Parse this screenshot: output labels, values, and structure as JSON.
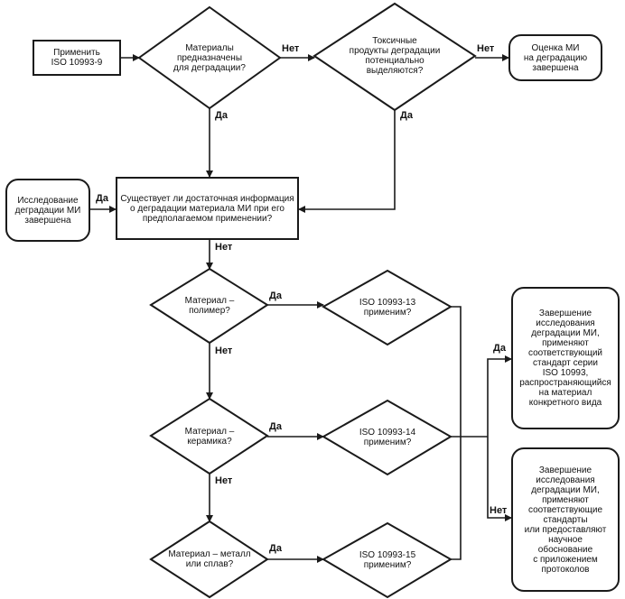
{
  "nodes": {
    "apply_10993_9": "Применить\nISO 10993-9",
    "q_materials_degradation": "Материалы\nпредназначены\nдля деградации?",
    "q_toxic_products": "Токсичные\nпродукты деградации\nпотенциально\nвыделяются?",
    "done_evaluation": "Оценка МИ\nна деградацию\nзавершена",
    "done_study": "Исследование\nдеградации МИ\nзавершена",
    "q_sufficient_info": "Существует ли достаточная информация\nо деградации материала МИ при его\nпредполагаемом применении?",
    "q_polymer": "Материал –\nполимер?",
    "q_ceramic": "Материал –\nкерамика?",
    "q_metal": "Материал – металл\nили сплав?",
    "q_10993_13": "ISO 10993-13\nприменим?",
    "q_10993_14": "ISO 10993-14\nприменим?",
    "q_10993_15": "ISO 10993-15\nприменим?",
    "end_yes": "Завершение\nисследования\nдеградации МИ,\nприменяют\nсоответствующий\nстандарт серии\nISO 10993,\nраспространяющийся\nна материал\nконкретного вида",
    "end_no": "Завершение\nисследования\nдеградации МИ,\nприменяют\nсоответствующие\nстандарты\nили предоставляют\nнаучное\nобоснование\nс приложением\nпротоколов"
  },
  "labels": {
    "no": "Нет",
    "yes": "Да"
  },
  "colors": {
    "stroke": "#1a1a1a",
    "background": "#ffffff"
  }
}
